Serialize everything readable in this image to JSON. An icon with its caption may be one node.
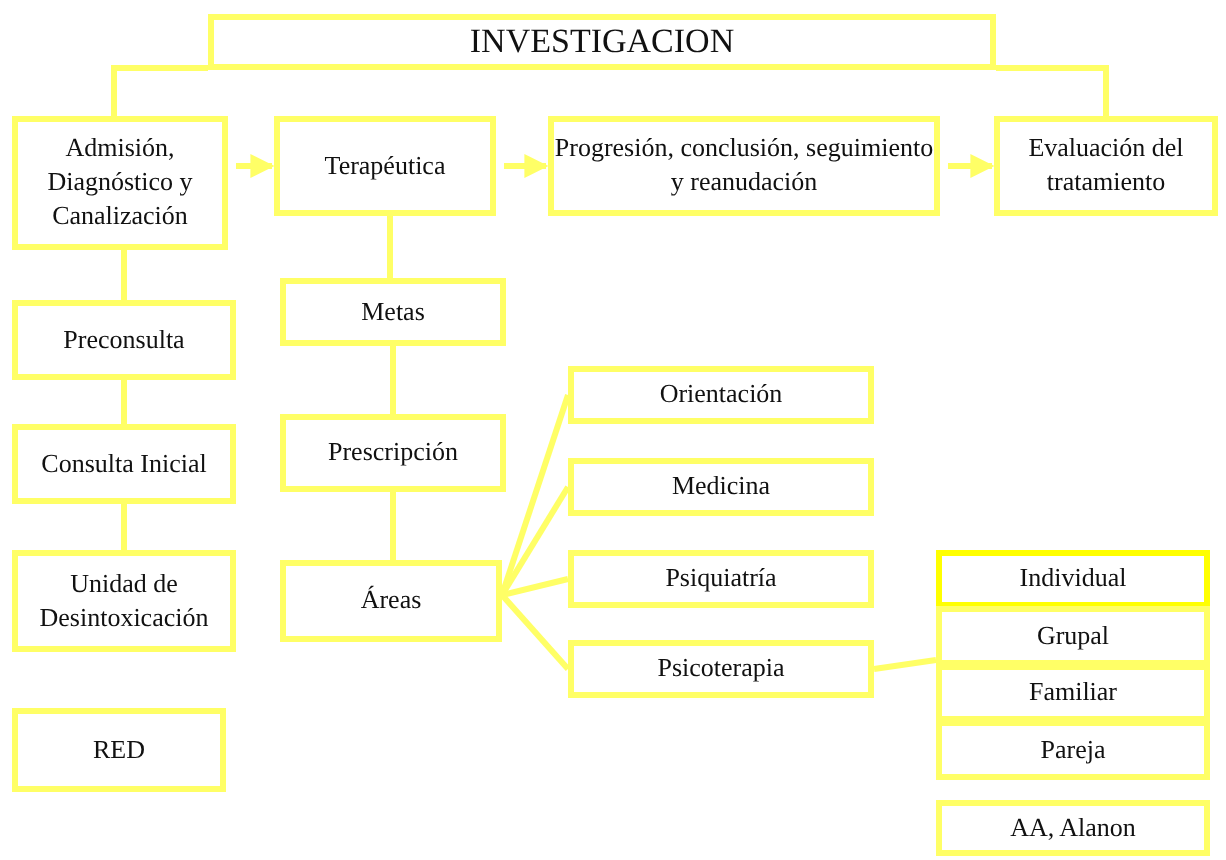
{
  "diagram": {
    "nodes": [
      {
        "text": [
          "INVESTIGACION"
        ]
      },
      {
        "text": [
          "Admisión, Diagnóstico y Canalización"
        ]
      },
      {
        "text": [
          "Terapéutica"
        ]
      },
      {
        "text": [
          "Progresión, conclusión, seguimiento y reanudación"
        ]
      },
      {
        "text": [
          "Evaluación del tratamiento"
        ]
      },
      {
        "text": [
          "Preconsulta"
        ]
      },
      {
        "text": [
          "Metas"
        ]
      },
      {
        "text": [
          "Orientación"
        ]
      },
      {
        "text": [
          "Prescripción"
        ]
      },
      {
        "text": [
          "Consulta Inicial"
        ]
      },
      {
        "text": [
          "Medicina"
        ]
      },
      {
        "text": [
          "Áreas"
        ]
      },
      {
        "text": [
          "Psiquiatría"
        ]
      },
      {
        "text": [
          "Individual"
        ]
      },
      {
        "text": [
          "Unidad de Desintoxicación"
        ]
      },
      {
        "text": [
          "Psicoterapia"
        ]
      },
      {
        "text": [
          "Grupal"
        ]
      },
      {
        "text": [
          "Familiar"
        ]
      },
      {
        "text": [
          "Pareja"
        ]
      },
      {
        "text": [
          "RED"
        ]
      },
      {
        "text": [
          "AA, Alanon"
        ]
      }
    ],
    "edges": [
      {
        "from": 0,
        "to": 1,
        "arrow": "none"
      },
      {
        "from": 0,
        "to": 4,
        "arrow": "none"
      },
      {
        "from": 1,
        "to": 2,
        "arrow": "to"
      },
      {
        "from": 2,
        "to": 3,
        "arrow": "to"
      },
      {
        "from": 3,
        "to": 4,
        "arrow": "to"
      },
      {
        "from": 1,
        "to": 5,
        "arrow": "none"
      },
      {
        "from": 5,
        "to": 9,
        "arrow": "none"
      },
      {
        "from": 9,
        "to": 14,
        "arrow": "none"
      },
      {
        "from": 2,
        "to": 6,
        "arrow": "none"
      },
      {
        "from": 6,
        "to": 8,
        "arrow": "none"
      },
      {
        "from": 8,
        "to": 11,
        "arrow": "none"
      },
      {
        "from": 11,
        "to": 7,
        "arrow": "none"
      },
      {
        "from": 11,
        "to": 10,
        "arrow": "none"
      },
      {
        "from": 11,
        "to": 12,
        "arrow": "none"
      },
      {
        "from": 11,
        "to": 15,
        "arrow": "none"
      },
      {
        "from": 15,
        "to": 16,
        "arrow": "none"
      }
    ]
  }
}
